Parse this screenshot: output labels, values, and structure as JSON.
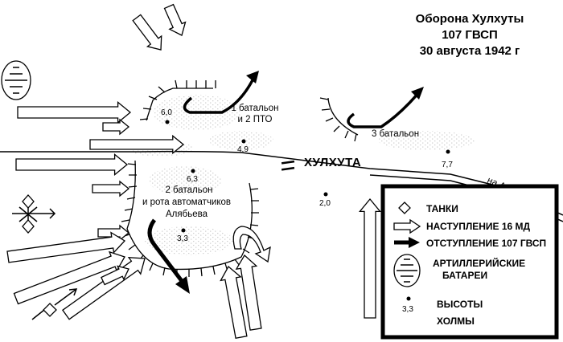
{
  "title": {
    "line1": "Оборона Хулхуты",
    "line2": "107 ГВСП",
    "line3": "30 августа 1942 г"
  },
  "units": {
    "battalion1": [
      "1 батальон",
      "и 2 ПТО"
    ],
    "battalion2": [
      "2  батальон",
      "и рота автоматчиков",
      "Алябьева"
    ],
    "battalion3": "3 батальон"
  },
  "town": "ХУЛХУТА",
  "road_label": "на Астрахань",
  "heights": [
    "6,0",
    "4,9",
    "6,3",
    "3,3",
    "2,0",
    "7,7"
  ],
  "legend": {
    "tanks": "ТАНКИ",
    "advance": "НАСТУПЛЕНИЕ 16 МД",
    "retreat": "ОТСТУПЛЕНИЕ 107 ГВСП",
    "artillery": [
      "АРТИЛЛЕРИЙСКИЕ",
      "БАТАРЕИ"
    ],
    "heights": "ВЫСОТЫ",
    "heights_sample": "3,3",
    "hills": "ХОЛМЫ"
  },
  "colors": {
    "ink": "#000000",
    "paper": "#ffffff",
    "hill_shading": "#cfcfcf"
  }
}
